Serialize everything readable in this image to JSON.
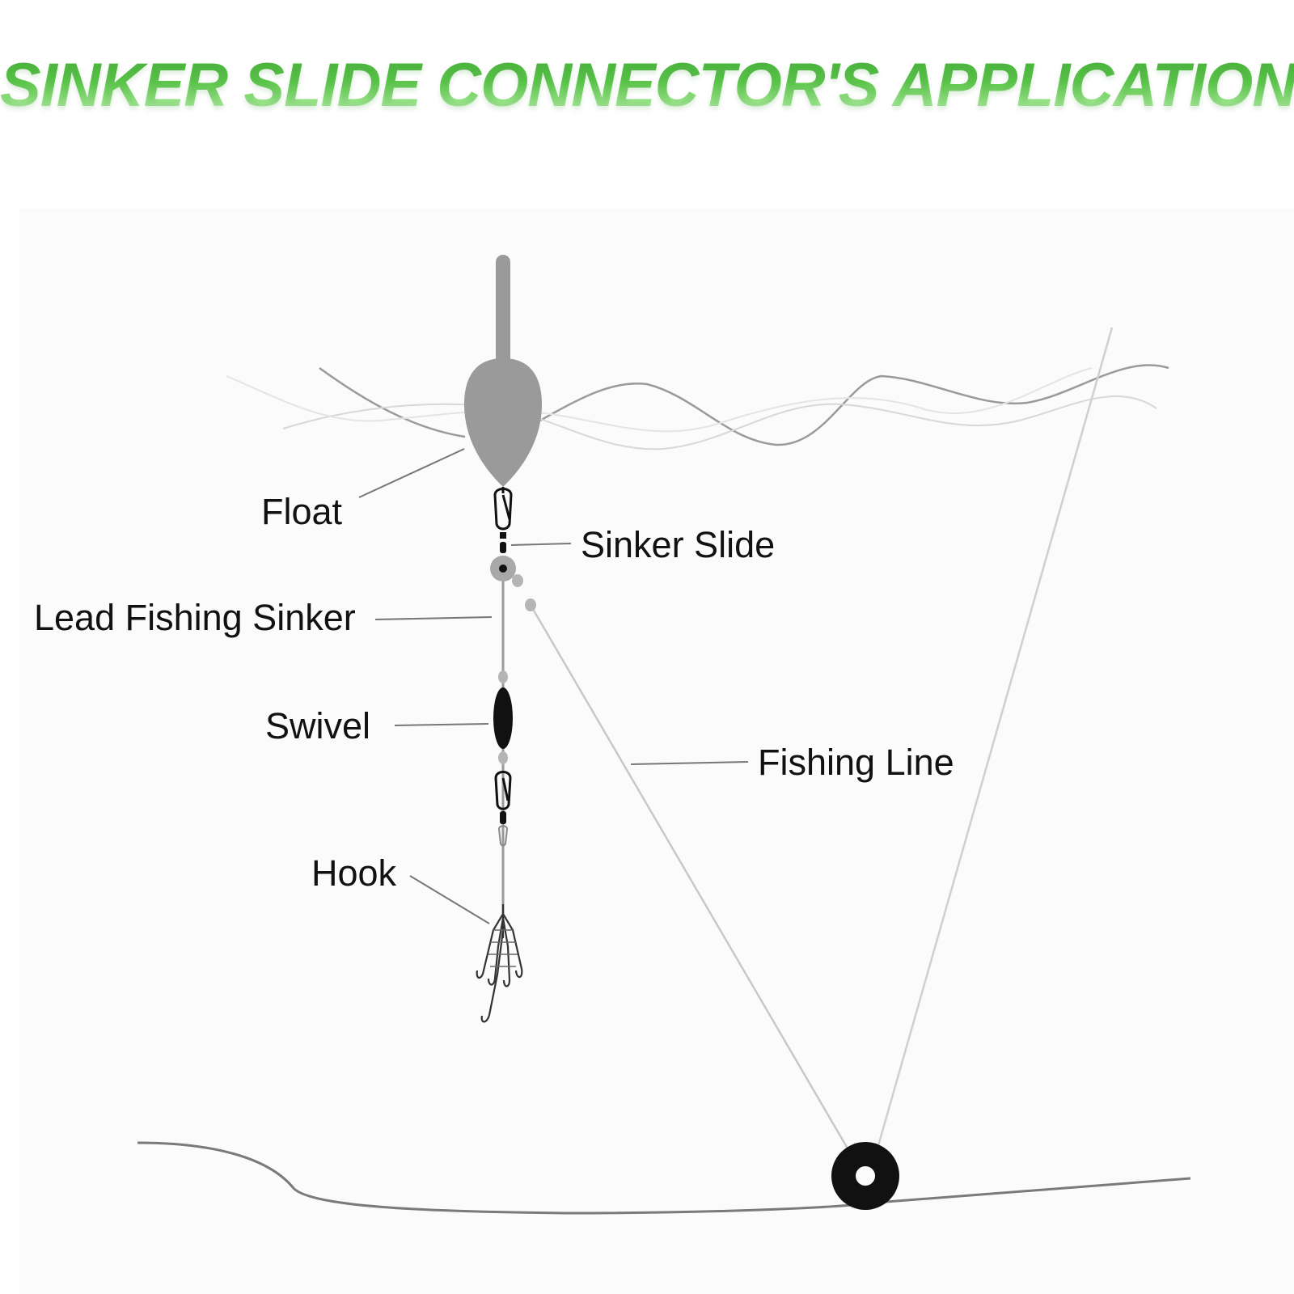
{
  "title": "SINKER SLIDE CONNECTOR'S APPLICATION",
  "labels": {
    "float": "Float",
    "sinker_slide": "Sinker Slide",
    "lead_sinker": "Lead Fishing Sinker",
    "swivel": "Swivel",
    "fishing_line": "Fishing Line",
    "hook": "Hook"
  },
  "colors": {
    "title_green": "#4cbf3c",
    "float_gray": "#9a9a9a",
    "line_gray": "#bdbdbd",
    "label_text": "#111111"
  }
}
